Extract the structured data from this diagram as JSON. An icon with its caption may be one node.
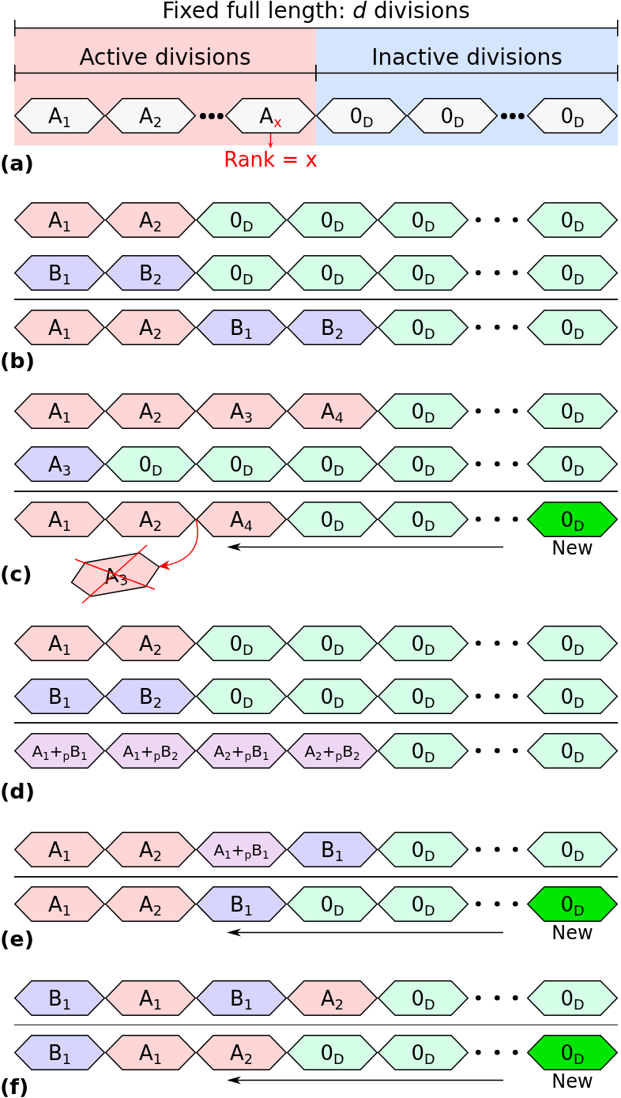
{
  "diagram": {
    "nodes": [
      {
        "text": [
          "Active divisions"
        ]
      },
      {
        "text": [
          "A$_{1}$"
        ],
        "in": 0
      },
      {
        "text": [
          "A$_{2}$"
        ],
        "in": 0
      },
      {
        "text": [
          "A$_{x}$"
        ],
        "in": 0
      },
      {
        "text": [
          "Inactive divisions"
        ]
      },
      {
        "text": [
          "0$_{D}$"
        ],
        "in": 4
      },
      {
        "text": [
          "0$_{D}$"
        ],
        "in": 4
      },
      {
        "text": [
          "0$_{D}$"
        ],
        "in": 4
      },
      {
        "text": [
          "Rank = x"
        ]
      },
      {
        "text": [
          "A$_{1}$"
        ]
      },
      {
        "text": [
          "A$_{2}$"
        ]
      },
      {
        "text": [
          "0$_{D}$"
        ]
      },
      {
        "text": [
          "0$_{D}$"
        ]
      },
      {
        "text": [
          "0$_{D}$"
        ]
      },
      {
        "text": [
          "0$_{D}$"
        ]
      },
      {
        "text": [
          "B$_{1}$"
        ]
      },
      {
        "text": [
          "B$_{2}$"
        ]
      },
      {
        "text": [
          "0$_{D}$"
        ]
      },
      {
        "text": [
          "0$_{D}$"
        ]
      },
      {
        "text": [
          "0$_{D}$"
        ]
      },
      {
        "text": [
          "0$_{D}$"
        ]
      },
      {
        "text": [
          "A$_{1}$"
        ]
      },
      {
        "text": [
          "A$_{2}$"
        ]
      },
      {
        "text": [
          "B$_{1}$"
        ]
      },
      {
        "text": [
          "B$_{2}$"
        ]
      },
      {
        "text": [
          "0$_{D}$"
        ]
      },
      {
        "text": [
          "0$_{D}$"
        ]
      },
      {
        "text": [
          "A$_{1}$"
        ]
      },
      {
        "text": [
          "A$_{2}$"
        ]
      },
      {
        "text": [
          "A$_{3}$"
        ]
      },
      {
        "text": [
          "A$_{4}$"
        ]
      },
      {
        "text": [
          "0$_{D}$"
        ]
      },
      {
        "text": [
          "0$_{D}$"
        ]
      },
      {
        "text": [
          "A$_{3}$"
        ]
      },
      {
        "text": [
          "0$_{D}$"
        ]
      },
      {
        "text": [
          "0$_{D}$"
        ]
      },
      {
        "text": [
          "0$_{D}$"
        ]
      },
      {
        "text": [
          "0$_{D}$"
        ]
      },
      {
        "text": [
          "0$_{D}$"
        ]
      },
      {
        "text": [
          "A$_{1}$"
        ]
      },
      {
        "text": [
          "A$_{2}$"
        ]
      },
      {
        "text": [
          "A$_{4}$"
        ]
      },
      {
        "text": [
          "0$_{D}$"
        ]
      },
      {
        "text": [
          "0$_{D}$"
        ]
      },
      {
        "text": [
          "0$_{D}$"
        ],
        "beside": [
          "New"
        ]
      },
      {
        "text": [
          "A$_{3}$"
        ]
      },
      {
        "text": [
          "A$_{1}$"
        ]
      },
      {
        "text": [
          "A$_{2}$"
        ]
      },
      {
        "text": [
          "0$_{D}$"
        ]
      },
      {
        "text": [
          "0$_{D}$"
        ]
      },
      {
        "text": [
          "0$_{D}$"
        ]
      },
      {
        "text": [
          "0$_{D}$"
        ]
      },
      {
        "text": [
          "B$_{1}$"
        ]
      },
      {
        "text": [
          "B$_{2}$"
        ]
      },
      {
        "text": [
          "0$_{D}$"
        ]
      },
      {
        "text": [
          "0$_{D}$"
        ]
      },
      {
        "text": [
          "0$_{D}$"
        ]
      },
      {
        "text": [
          "0$_{D}$"
        ]
      },
      {
        "text": [
          "A$_{1}$+$_{p}$B$_{1}$"
        ]
      },
      {
        "text": [
          "A$_{1}$+$_{p}$B$_{2}$"
        ]
      },
      {
        "text": [
          "A$_{2}$+$_{p}$B$_{1}$"
        ]
      },
      {
        "text": [
          "A$_{2}$+$_{p}$B$_{2}$"
        ]
      },
      {
        "text": [
          "0$_{D}$"
        ]
      },
      {
        "text": [
          "0$_{D}$"
        ]
      },
      {
        "text": [
          "A$_{1}$"
        ]
      },
      {
        "text": [
          "A$_{2}$"
        ]
      },
      {
        "text": [
          "A$_{1}$+$_{p}$B$_{1}$"
        ]
      },
      {
        "text": [
          "B$_{1}$"
        ]
      },
      {
        "text": [
          "0$_{D}$"
        ]
      },
      {
        "text": [
          "0$_{D}$"
        ]
      },
      {
        "text": [
          "A$_{1}$"
        ]
      },
      {
        "text": [
          "A$_{2}$"
        ]
      },
      {
        "text": [
          "B$_{1}$"
        ]
      },
      {
        "text": [
          "0$_{D}$"
        ]
      },
      {
        "text": [
          "0$_{D}$"
        ]
      },
      {
        "text": [
          "0$_{D}$"
        ],
        "beside": [
          "New"
        ]
      },
      {
        "text": [
          "B$_{1}$"
        ]
      },
      {
        "text": [
          "A$_{1}$"
        ]
      },
      {
        "text": [
          "B$_{1}$"
        ]
      },
      {
        "text": [
          "A$_{2}$"
        ]
      },
      {
        "text": [
          "0$_{D}$"
        ]
      },
      {
        "text": [
          "0$_{D}$"
        ]
      },
      {
        "text": [
          "B$_{1}$"
        ]
      },
      {
        "text": [
          "A$_{1}$"
        ]
      },
      {
        "text": [
          "A$_{2}$"
        ]
      },
      {
        "text": [
          "0$_{D}$"
        ]
      },
      {
        "text": [
          "0$_{D}$"
        ]
      },
      {
        "text": [
          "0$_{D}$"
        ],
        "beside": [
          "New"
        ]
      }
    ],
    "edges": [
      {
        "from": 3,
        "to": 8,
        "arrow": "to",
        "color": "#ff0000"
      },
      {
        "from": 40,
        "to": 45,
        "arrow": "to",
        "color": "#ff0000"
      }
    ],
    "labels": [
      "Fixed full length: *d* divisions",
      "(a)",
      "(b)",
      "(c)",
      "(d)",
      "(e)",
      "(f)"
    ]
  }
}
